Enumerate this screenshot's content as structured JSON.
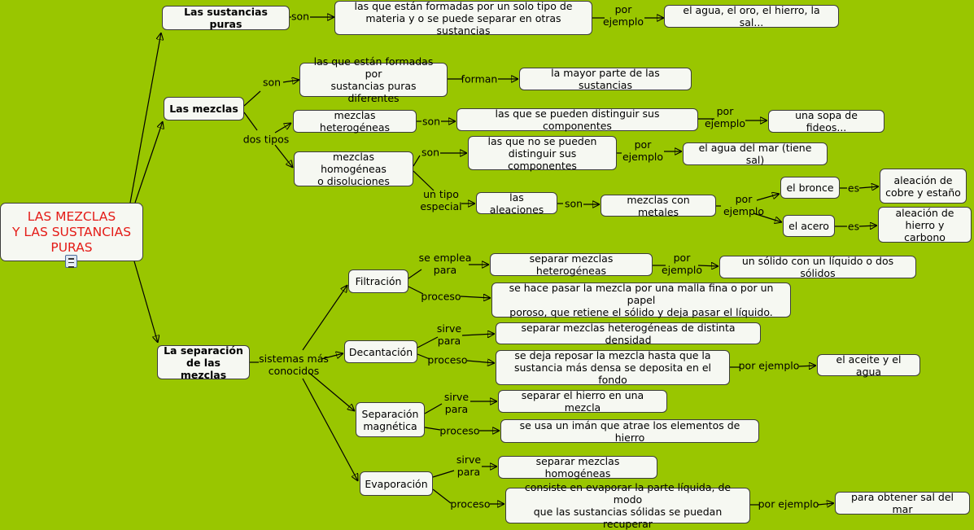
{
  "nodes": [
    {
      "id": "root",
      "text": "LAS MEZCLAS\nY LAS SUSTANCIAS\nPURAS"
    },
    {
      "id": "n_puras",
      "text": "Las sustancias puras"
    },
    {
      "id": "n_puras_def",
      "text": "las que están formadas por un solo tipo de\nmateria y o se puede separar en otras sustancias"
    },
    {
      "id": "n_puras_ej",
      "text": "el agua, el oro, el hierro, la sal..."
    },
    {
      "id": "n_mezclas",
      "text": "Las mezclas"
    },
    {
      "id": "n_mezclas_def",
      "text": "las que están formadas por\nsustancias puras diferentes"
    },
    {
      "id": "n_mayor",
      "text": "la mayor parte de las sustancias"
    },
    {
      "id": "n_hetero",
      "text": "mezclas heterogéneas"
    },
    {
      "id": "n_hetero_def",
      "text": "las que se pueden distinguir sus componentes"
    },
    {
      "id": "n_sopa",
      "text": "una sopa de fideos..."
    },
    {
      "id": "n_homo",
      "text": "mezclas homogéneas\no disoluciones"
    },
    {
      "id": "n_homo_def",
      "text": "las que no se pueden\ndistinguir sus componentes"
    },
    {
      "id": "n_aguamar",
      "text": "el agua del mar (tiene sal)"
    },
    {
      "id": "n_aleaciones",
      "text": "las aleaciones"
    },
    {
      "id": "n_metales",
      "text": "mezclas con metales"
    },
    {
      "id": "n_bronce",
      "text": "el bronce"
    },
    {
      "id": "n_bronce_def",
      "text": "aleación de\ncobre y estaño"
    },
    {
      "id": "n_acero",
      "text": "el acero"
    },
    {
      "id": "n_acero_def",
      "text": "aleación de\nhierro y carbono"
    },
    {
      "id": "n_separacion",
      "text": "La separación\nde las mezclas"
    },
    {
      "id": "n_filtracion",
      "text": "Filtración"
    },
    {
      "id": "n_filt_sep",
      "text": "separar mezclas heterogéneas"
    },
    {
      "id": "n_filt_ej",
      "text": "un sólido con un líquido o dos sólidos"
    },
    {
      "id": "n_filt_proc",
      "text": "se hace pasar la mezcla por una malla fina o por un papel\nporoso, que retiene el sólido y deja pasar el líquido."
    },
    {
      "id": "n_decantacion",
      "text": "Decantación"
    },
    {
      "id": "n_dec_sep",
      "text": "separar mezclas heterogéneas de distinta densidad"
    },
    {
      "id": "n_dec_proc",
      "text": "se deja reposar la mezcla  hasta que la\nsustancia más densa se deposita en el fondo"
    },
    {
      "id": "n_aceite",
      "text": "el aceite y el agua"
    },
    {
      "id": "n_magnetica",
      "text": "Separación\nmagnética"
    },
    {
      "id": "n_mag_sep",
      "text": "separar el hierro en una mezcla"
    },
    {
      "id": "n_mag_proc",
      "text": "se usa un imán que atrae los elementos de hierro"
    },
    {
      "id": "n_evaporacion",
      "text": "Evaporación"
    },
    {
      "id": "n_evap_sep",
      "text": "separar mezclas homogéneas"
    },
    {
      "id": "n_evap_proc",
      "text": "consiste en evaporar la parte líquida, de modo\nque las sustancias sólidas se puedan recuperar"
    },
    {
      "id": "n_sal",
      "text": "para obtener sal del mar"
    }
  ],
  "linking_phrases": [
    {
      "id": "l_son1",
      "text": "son"
    },
    {
      "id": "l_ej1",
      "text": "por\nejemplo"
    },
    {
      "id": "l_son2",
      "text": "son"
    },
    {
      "id": "l_forman",
      "text": "forman"
    },
    {
      "id": "l_dostipos",
      "text": "dos tipos"
    },
    {
      "id": "l_son3",
      "text": "son"
    },
    {
      "id": "l_ej2",
      "text": "por\nejemplo"
    },
    {
      "id": "l_son4",
      "text": "son"
    },
    {
      "id": "l_ej3",
      "text": "por\nejemplo"
    },
    {
      "id": "l_tipoesp",
      "text": "un tipo\nespecial"
    },
    {
      "id": "l_son5",
      "text": "son"
    },
    {
      "id": "l_ej4",
      "text": "por\nejemplo"
    },
    {
      "id": "l_es1",
      "text": "es"
    },
    {
      "id": "l_es2",
      "text": "es"
    },
    {
      "id": "l_sistemas",
      "text": "sistemas más\nconocidos"
    },
    {
      "id": "l_emplea",
      "text": "se emplea\npara"
    },
    {
      "id": "l_ej5",
      "text": "por\nejemplo"
    },
    {
      "id": "l_proc1",
      "text": "proceso"
    },
    {
      "id": "l_sirve1",
      "text": "sirve\npara"
    },
    {
      "id": "l_proc2",
      "text": "proceso"
    },
    {
      "id": "l_ej6",
      "text": "por ejemplo"
    },
    {
      "id": "l_sirve2",
      "text": "sirve\npara"
    },
    {
      "id": "l_proc3",
      "text": "proceso"
    },
    {
      "id": "l_sirve3",
      "text": "sirve\npara"
    },
    {
      "id": "l_proc4",
      "text": "proceso"
    },
    {
      "id": "l_ej7",
      "text": "por ejemplo"
    }
  ]
}
